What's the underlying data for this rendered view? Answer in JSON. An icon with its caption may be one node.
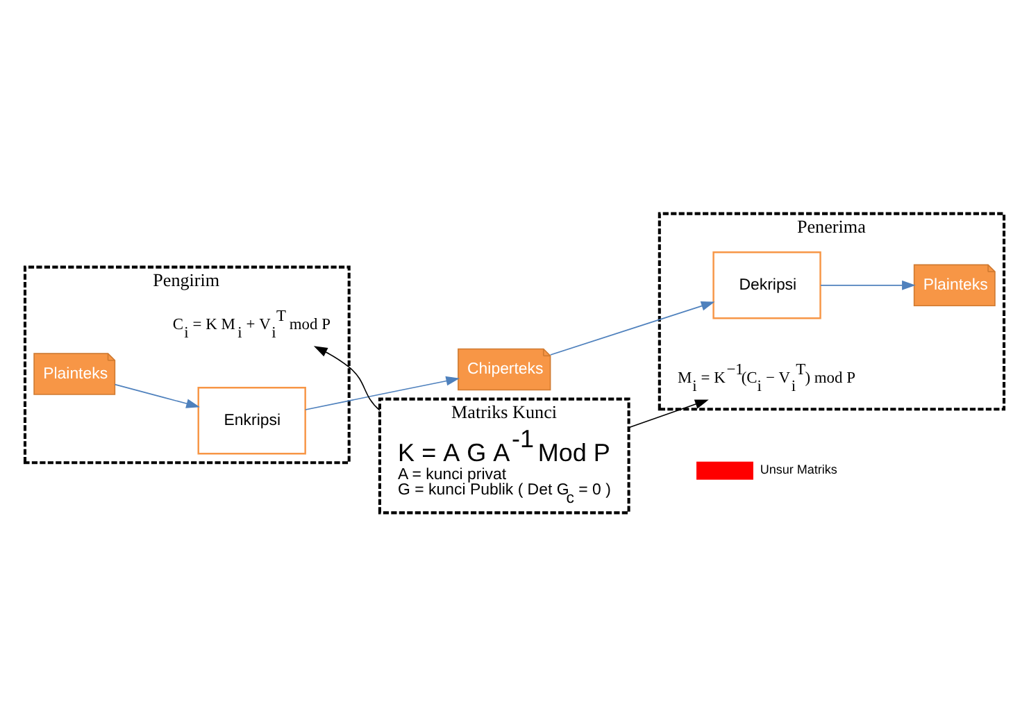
{
  "diagram": {
    "nodes": [
      {
        "text": [
          "Pengirim"
        ]
      },
      {
        "text": [
          "Plainteks"
        ],
        "in": 0
      },
      {
        "text": [
          "Enkripsi"
        ],
        "in": 0
      },
      {
        "text": [
          "Chiperteks"
        ]
      },
      {
        "text": [
          "Penerima"
        ]
      },
      {
        "text": [
          "Dekripsi"
        ],
        "in": 4
      },
      {
        "text": [
          "Plainteks"
        ],
        "in": 4
      },
      {
        "text": [
          "C$_{i}$ = K M$_{i}$ + V$_{i}$$^{T}$ mod P"
        ],
        "in": 0
      },
      {
        "text": [
          "M$_{i}$ = K$^{−1}$(C$_{i}$ − V$_{i}$$^{T}$) mod P"
        ],
        "in": 4
      },
      {
        "text": [
          "Matriks Kunci",
          "K = A G A$^{-1}$ Mod P",
          "A = kunci privat",
          "G = kunci Publik ( Det G$_{c}$ = 0 )"
        ]
      }
    ],
    "edges": [
      {
        "from": 1,
        "to": 2,
        "arrow": "to"
      },
      {
        "from": 2,
        "to": 3,
        "arrow": "to"
      },
      {
        "from": 3,
        "to": 5,
        "arrow": "to"
      },
      {
        "from": 5,
        "to": 6,
        "arrow": "to"
      },
      {
        "from": 9,
        "to": 7,
        "arrow": "to",
        "color": "#000000"
      },
      {
        "from": 9,
        "to": 8,
        "arrow": "to",
        "color": "#000000"
      }
    ],
    "legend": [
      {
        "text": "Unsur Matriks",
        "color": "#ff0000"
      }
    ]
  }
}
